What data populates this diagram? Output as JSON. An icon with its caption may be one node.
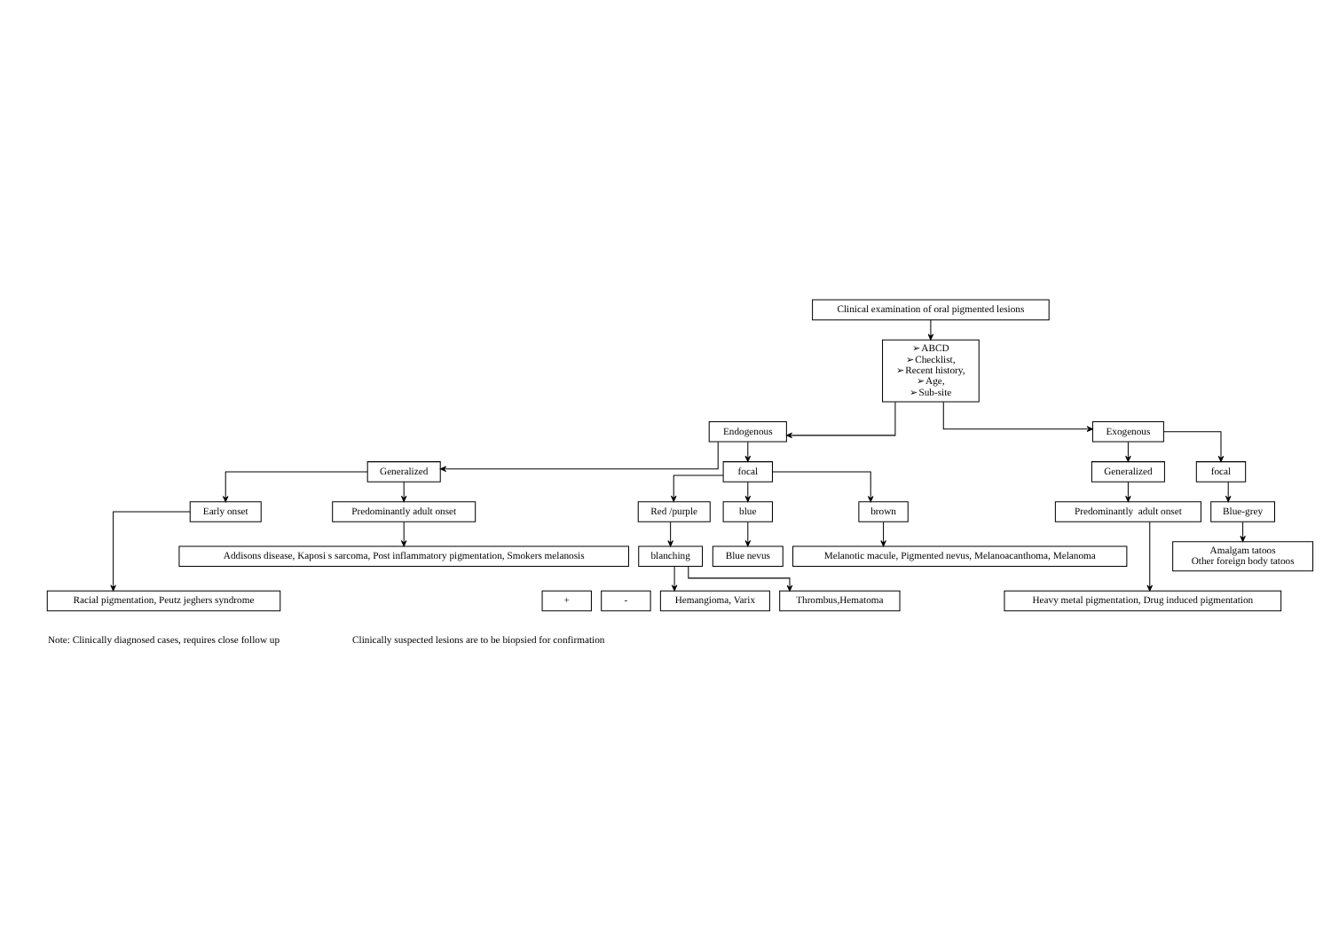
{
  "diagram": {
    "nodes": [
      {
        "text": [
          "Clinical examination of oral pigmented lesions"
        ]
      },
      {
        "text": [
          "➢ABCD",
          "➢Checklist,",
          "➢Recent history,",
          "➢Age,",
          "➢Sub-site"
        ]
      },
      {
        "text": [
          "Endogenous"
        ]
      },
      {
        "text": [
          "Exogenous"
        ]
      },
      {
        "text": [
          "Generalized"
        ]
      },
      {
        "text": [
          "focal"
        ]
      },
      {
        "text": [
          "Early onset"
        ]
      },
      {
        "text": [
          "Predominantly adult onset"
        ]
      },
      {
        "text": [
          "Red /purple"
        ]
      },
      {
        "text": [
          "blue"
        ]
      },
      {
        "text": [
          "brown"
        ]
      },
      {
        "text": [
          "blanching"
        ]
      },
      {
        "text": [
          "Blue nevus"
        ]
      },
      {
        "text": [
          "+"
        ]
      },
      {
        "text": [
          "-"
        ]
      },
      {
        "text": [
          "Hemangioma, Varix"
        ]
      },
      {
        "text": [
          "Thrombus,Hematoma"
        ]
      },
      {
        "text": [
          "Melanotic macule, Pigmented nevus, Melanoacanthoma, Melanoma"
        ]
      },
      {
        "text": [
          "Addisons disease, Kaposi s sarcoma, Post inflammatory pigmentation, Smokers melanosis"
        ]
      },
      {
        "text": [
          "Racial pigmentation, Peutz jeghers syndrome"
        ]
      },
      {
        "text": [
          "Generalized"
        ]
      },
      {
        "text": [
          "focal"
        ]
      },
      {
        "text": [
          "Predominantly  adult onset"
        ]
      },
      {
        "text": [
          "Blue-grey"
        ]
      },
      {
        "text": [
          "Amalgam tatoos",
          "Other foreign body tatoos"
        ]
      },
      {
        "text": [
          "Heavy metal pigmentation, Drug induced pigmentation"
        ]
      }
    ],
    "edges": [
      {
        "from": 0,
        "to": 1,
        "arrow": "to"
      },
      {
        "from": 1,
        "to": 2,
        "arrow": "to"
      },
      {
        "from": 1,
        "to": 3,
        "arrow": "to"
      },
      {
        "from": 2,
        "to": 4,
        "arrow": "to"
      },
      {
        "from": 2,
        "to": 5,
        "arrow": "to"
      },
      {
        "from": 4,
        "to": 6,
        "arrow": "to"
      },
      {
        "from": 4,
        "to": 7,
        "arrow": "to"
      },
      {
        "from": 5,
        "to": 8,
        "arrow": "to"
      },
      {
        "from": 5,
        "to": 9,
        "arrow": "to"
      },
      {
        "from": 5,
        "to": 10,
        "arrow": "to"
      },
      {
        "from": 8,
        "to": 11,
        "arrow": "to"
      },
      {
        "from": 9,
        "to": 12,
        "arrow": "to"
      },
      {
        "from": 11,
        "to": 15,
        "arrow": "to"
      },
      {
        "from": 11,
        "to": 16,
        "arrow": "to"
      },
      {
        "from": 10,
        "to": 17,
        "arrow": "to"
      },
      {
        "from": 7,
        "to": 18,
        "arrow": "to"
      },
      {
        "from": 6,
        "to": 19,
        "arrow": "to"
      },
      {
        "from": 3,
        "to": 20,
        "arrow": "to"
      },
      {
        "from": 3,
        "to": 21,
        "arrow": "to"
      },
      {
        "from": 20,
        "to": 22,
        "arrow": "to"
      },
      {
        "from": 21,
        "to": 23,
        "arrow": "to"
      },
      {
        "from": 22,
        "to": 25,
        "arrow": "to"
      },
      {
        "from": 23,
        "to": 24,
        "arrow": "to"
      }
    ],
    "labels": [
      "Note: Clinically diagnosed cases, requires close follow up",
      "Clinically suspected lesions are to be biopsied for confirmation"
    ]
  }
}
